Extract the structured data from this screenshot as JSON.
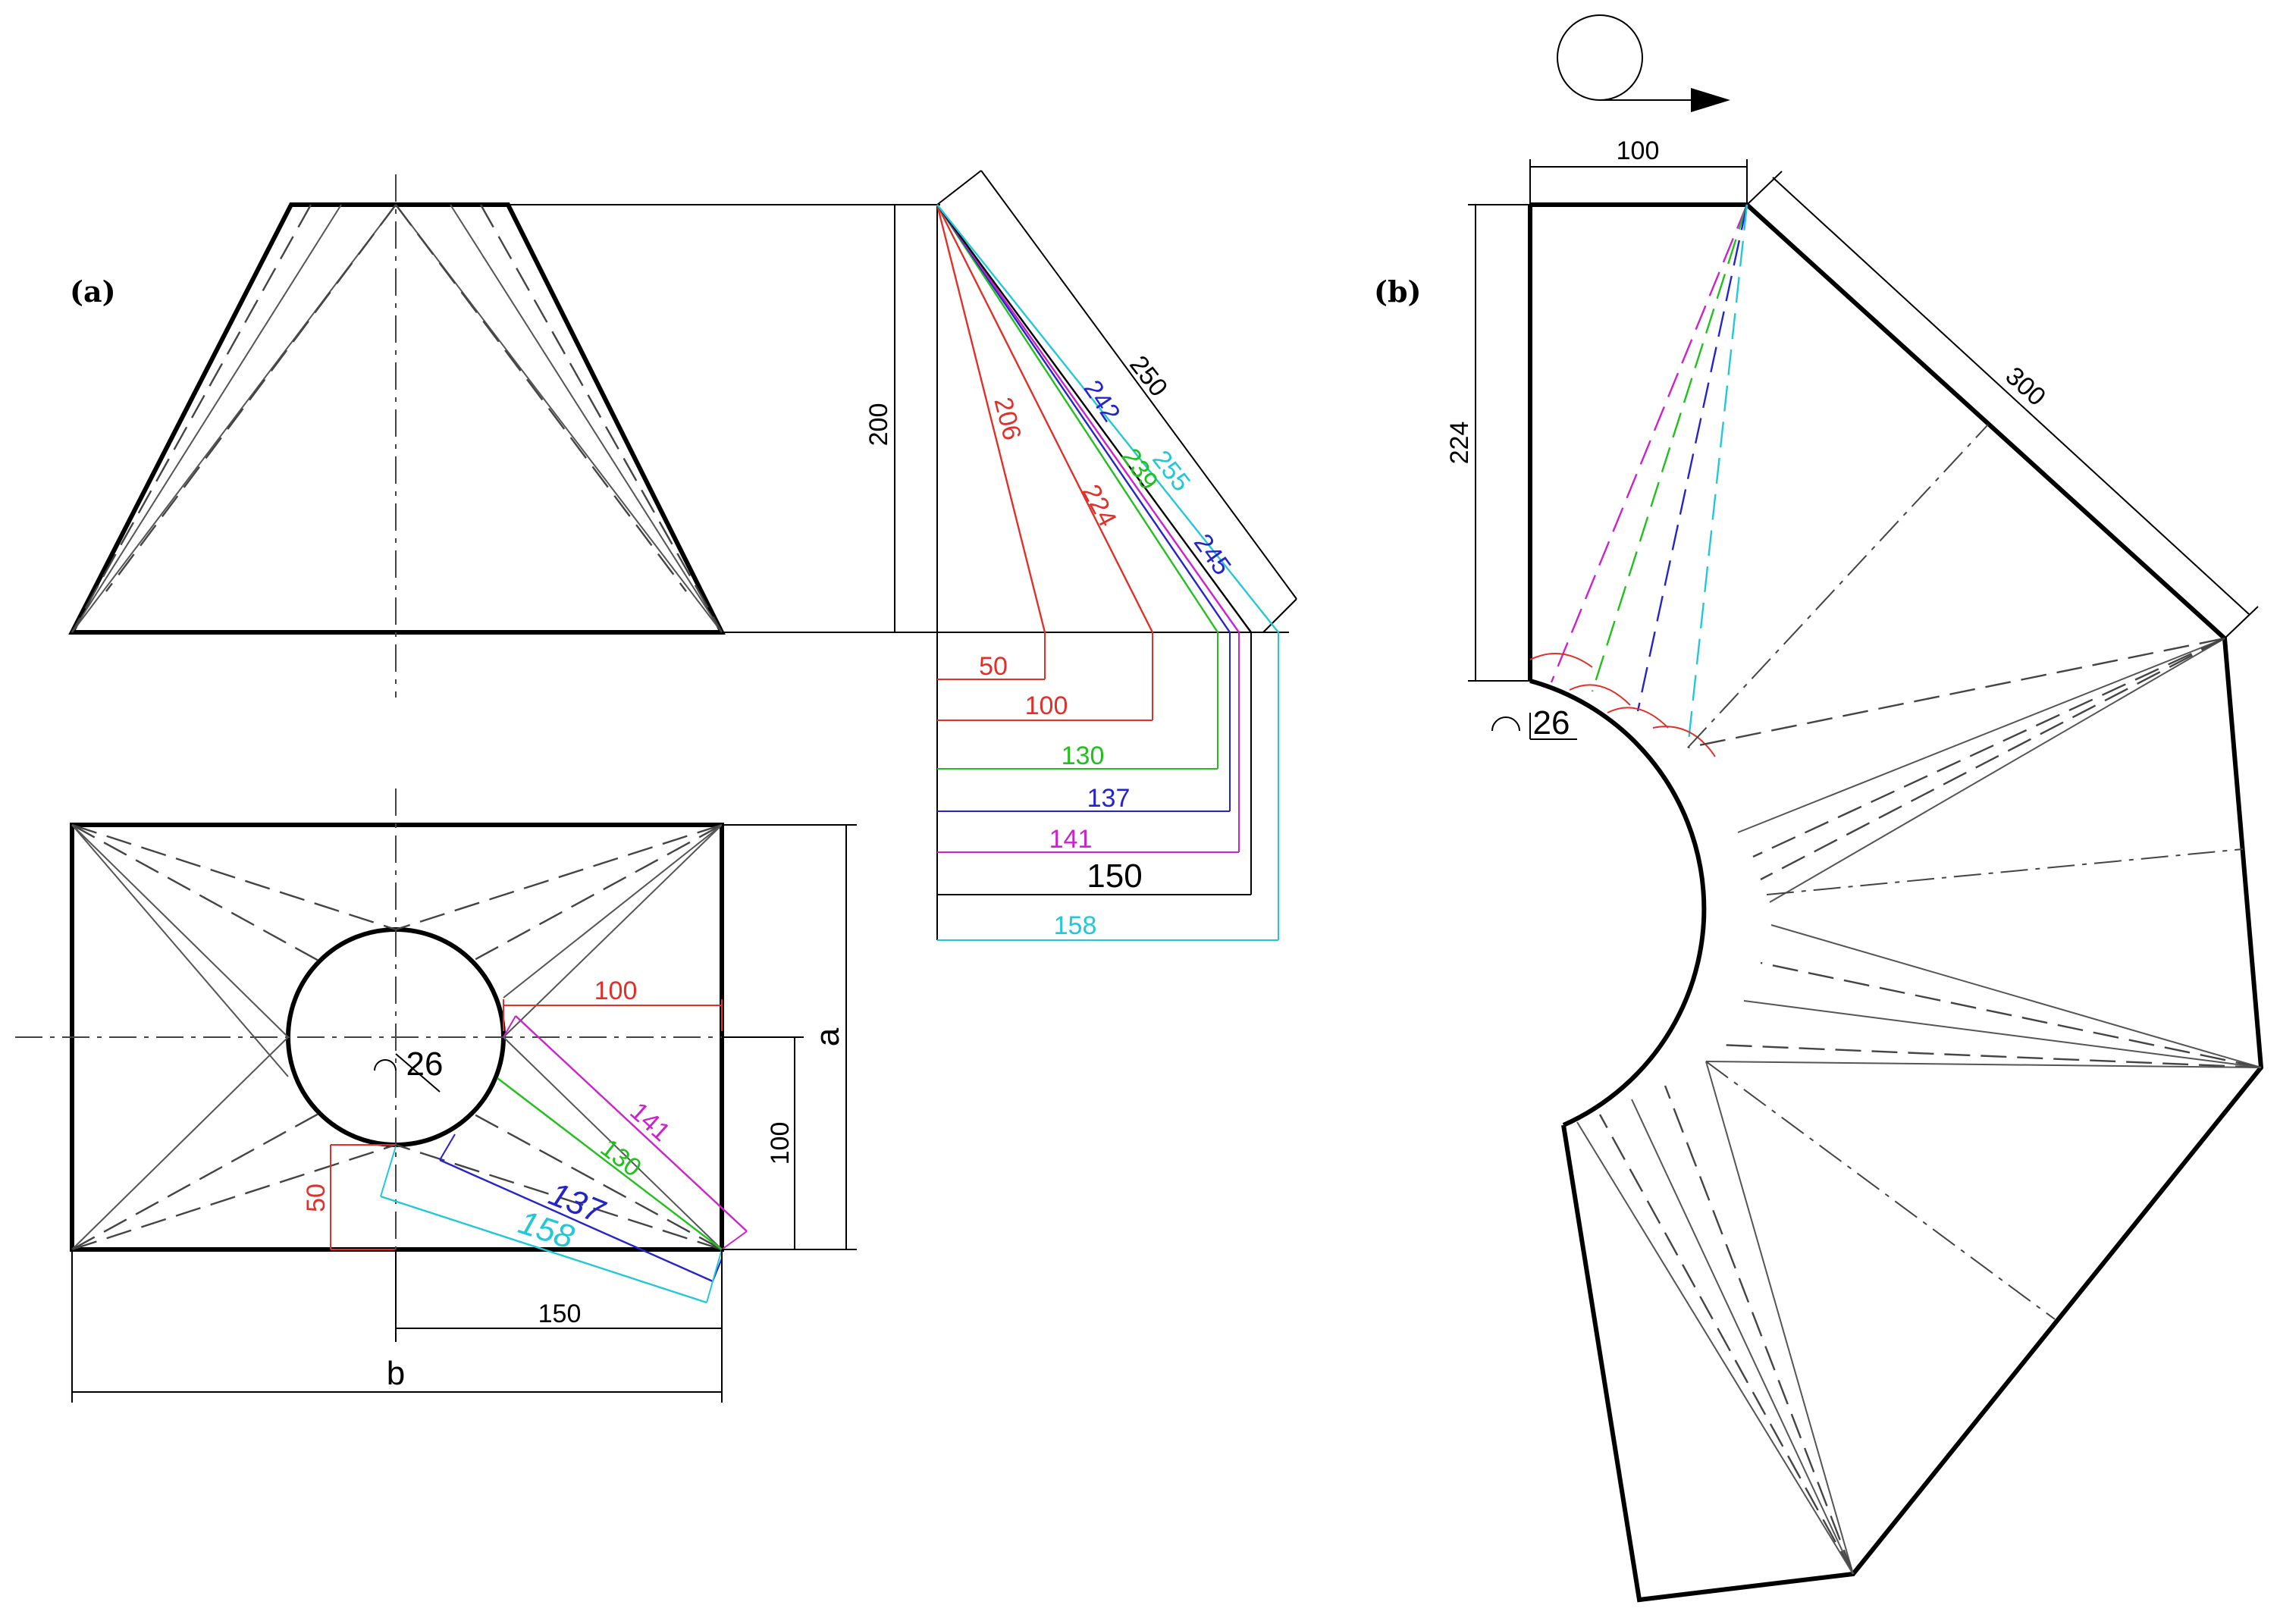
{
  "panels": {
    "a": "(a)",
    "b": "(b)"
  },
  "dims_a": {
    "height": "200",
    "slant": "250",
    "true_206": "206",
    "true_224": "224",
    "true_242": "242",
    "true_239": "239",
    "true_255": "255",
    "true_245": "245",
    "h50": "50",
    "h100": "100",
    "h130": "130",
    "h137": "137",
    "h141": "141",
    "h150": "150",
    "h158": "158",
    "plan_100": "100",
    "plan_141": "141",
    "plan_130": "130",
    "plan_137": "137",
    "plan_158": "158",
    "plan_50": "50",
    "plan_26": "26",
    "plan_100_right": "100",
    "plan_150": "150",
    "a": "a",
    "b": "b"
  },
  "dims_b": {
    "width": "100",
    "height": "224",
    "slant": "300",
    "angle": "26"
  },
  "colors": {
    "red": "#e0302a",
    "green": "#22c01e",
    "blue": "#2424c8",
    "magenta": "#cc22cc",
    "cyan": "#22c8d8",
    "black": "#000000"
  }
}
